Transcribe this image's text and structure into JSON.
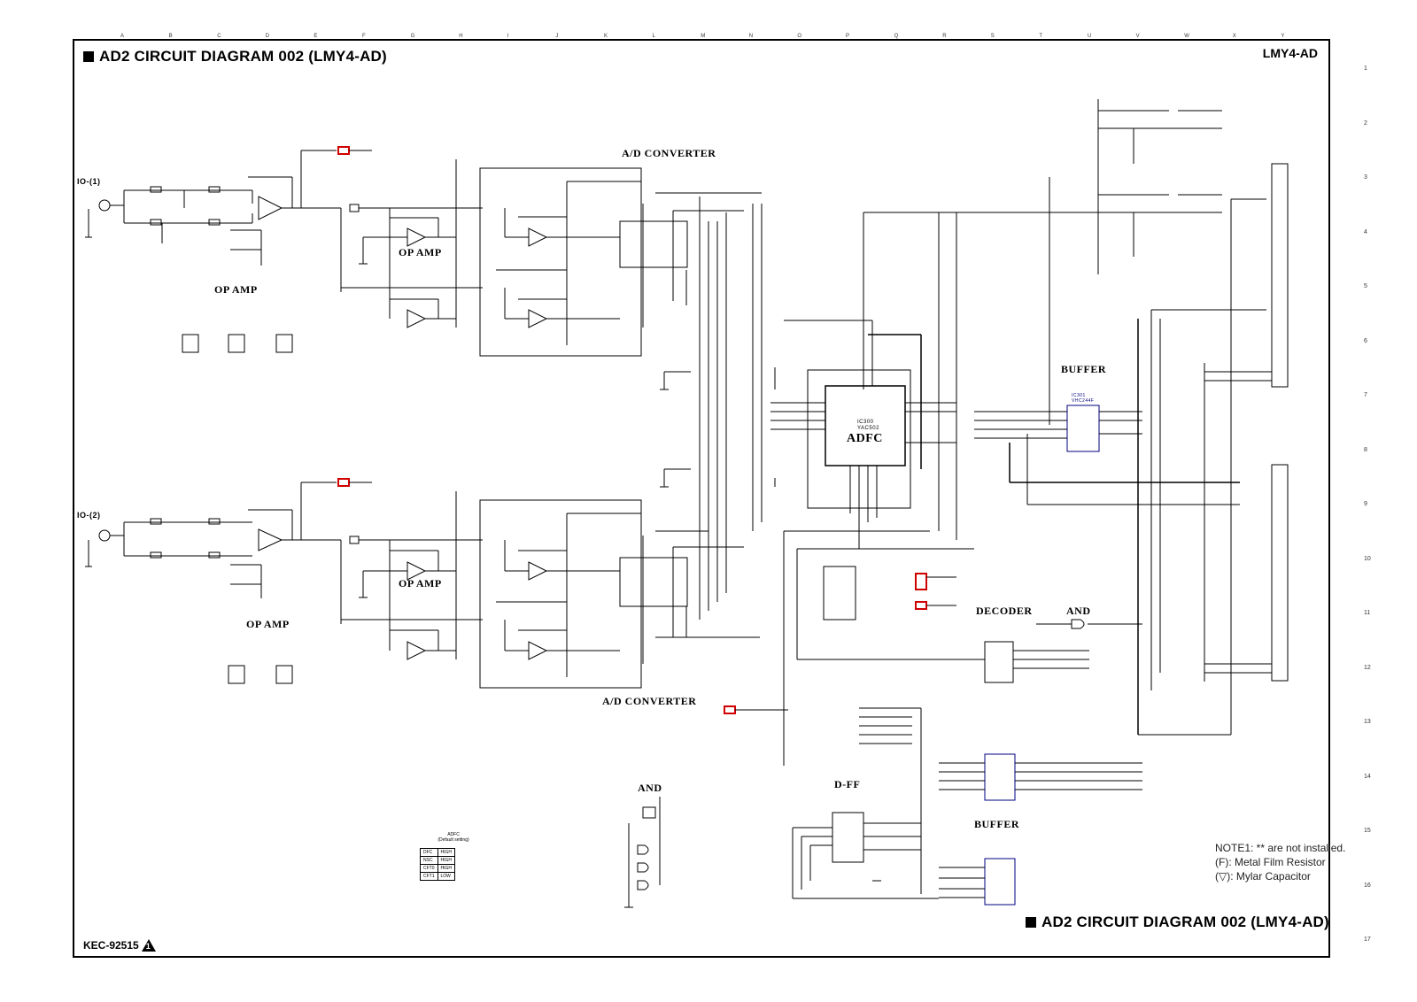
{
  "header": {
    "title": "AD2 CIRCUIT DIAGRAM 002 (LMY4-AD)",
    "model": "LMY4-AD"
  },
  "footer": {
    "title": "AD2 CIRCUIT DIAGRAM 002 (LMY4-AD)",
    "document_code": "KEC-92515",
    "revision_mark": "1"
  },
  "grid": {
    "columns": [
      "A",
      "B",
      "C",
      "D",
      "E",
      "F",
      "G",
      "H",
      "I",
      "J",
      "K",
      "L",
      "M",
      "N",
      "O",
      "P",
      "Q",
      "R",
      "S",
      "T",
      "U",
      "V",
      "W",
      "X",
      "Y"
    ],
    "rows": [
      "1",
      "2",
      "3",
      "4",
      "5",
      "6",
      "7",
      "8",
      "9",
      "10",
      "11",
      "12",
      "13",
      "14",
      "15",
      "16",
      "17"
    ]
  },
  "blocks": {
    "ad_converter_top": "A/D CONVERTER",
    "ad_converter_bottom": "A/D CONVERTER",
    "op_amp_1": "OP AMP",
    "op_amp_2": "OP AMP",
    "op_amp_3": "OP AMP",
    "op_amp_4": "OP AMP",
    "buffer_1": "BUFFER",
    "buffer_2": "BUFFER",
    "adfc": "ADFC",
    "decoder": "DECODER",
    "and_1": "AND",
    "and_2": "AND",
    "dff": "D-FF"
  },
  "inputs": {
    "in1": "IO-(1)",
    "in2": "IO-(2)"
  },
  "ics": {
    "ic300": "IC300",
    "ic300_part": "YAC502",
    "ic301": "IC301",
    "ic301_part": "VHC244F"
  },
  "adfc_table": {
    "caption_line1": "ADFC",
    "caption_line2": "(Default setting)",
    "rows": [
      [
        "DFC",
        "HIGH"
      ],
      [
        "NSC",
        "HIGH"
      ],
      [
        "CFT0",
        "HIGH"
      ],
      [
        "CFT1",
        "LOW"
      ]
    ]
  },
  "notes": {
    "line1": "NOTE1: ** are not installed.",
    "line2": "(F): Metal Film Resistor",
    "line3": "(▽): Mylar Capacitor"
  }
}
